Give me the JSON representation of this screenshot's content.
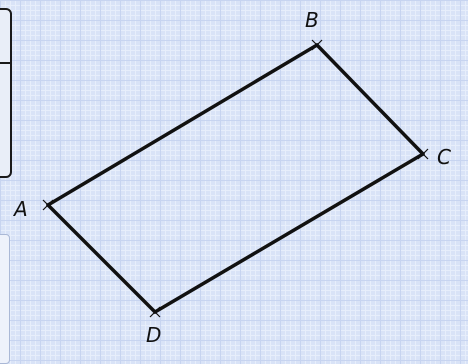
{
  "figure": {
    "stroke_color": "#111111",
    "vertices": [
      {
        "id": "A",
        "label": "A"
      },
      {
        "id": "B",
        "label": "B"
      },
      {
        "id": "C",
        "label": "C"
      },
      {
        "id": "D",
        "label": "D"
      }
    ],
    "edges": [
      {
        "from": "A",
        "to": "B"
      },
      {
        "from": "B",
        "to": "C"
      },
      {
        "from": "C",
        "to": "D"
      },
      {
        "from": "D",
        "to": "A"
      }
    ]
  }
}
